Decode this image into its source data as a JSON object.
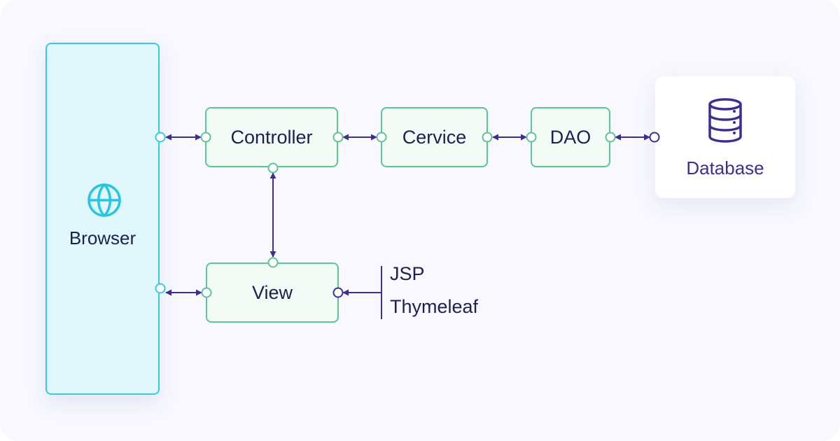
{
  "browser": {
    "label": "Browser",
    "icon": "globe-icon"
  },
  "components": {
    "controller": "Controller",
    "service": "Cervice",
    "dao": "DAO",
    "view": "View"
  },
  "database": {
    "label": "Database",
    "icon": "database-icon"
  },
  "templates": [
    "JSP",
    "Thymeleaf"
  ],
  "colors": {
    "background": "#f8f8fe",
    "browser_fill": "#e0f8fb",
    "browser_border": "#36cbe0",
    "node_fill": "#f3fbf6",
    "node_border": "#5dc594",
    "arrow": "#3d2f92",
    "text": "#1f2050",
    "database_text": "#3d2f92"
  }
}
